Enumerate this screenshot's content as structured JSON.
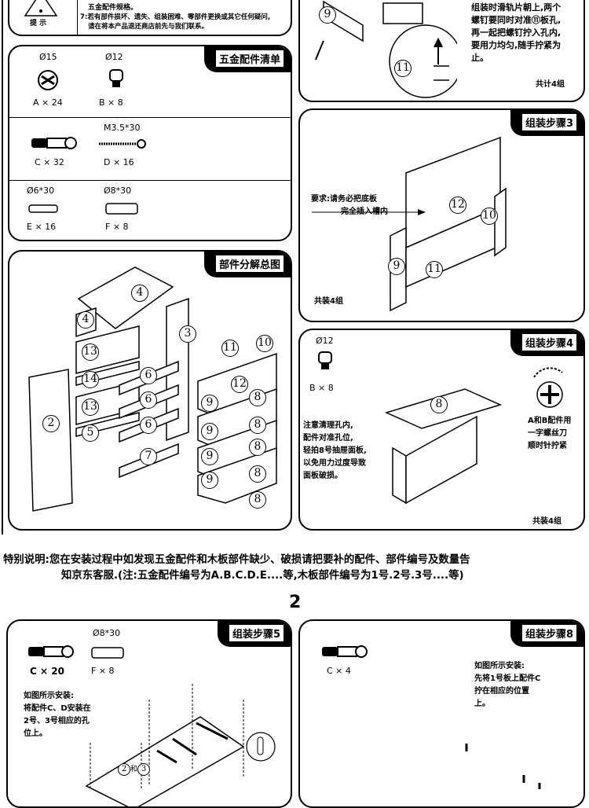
{
  "notice": {
    "label": "提 示",
    "line1": "五金配件规格。",
    "line2": "7:若有部件损坏、遗失、组装困难、零部件更换或其它任何疑问,",
    "line3": "请在将本产品退还商店前先与我们联系。"
  },
  "hardware": {
    "title": "五金配件清单",
    "items": [
      {
        "spec": "Ø15",
        "qty": "A × 24"
      },
      {
        "spec": "Ø12",
        "qty": "B × 8"
      },
      {
        "spec": "",
        "qty": "C × 32"
      },
      {
        "spec": "M3.5*30",
        "qty": "D × 16"
      },
      {
        "spec": "Ø6*30",
        "qty": "E × 16"
      },
      {
        "spec": "Ø8*30",
        "qty": "F × 8"
      }
    ]
  },
  "exploded": {
    "title": "部件分解总图",
    "parts": [
      "4",
      "4",
      "3",
      "13",
      "11",
      "10",
      "14",
      "6",
      "12",
      "8",
      "13",
      "6",
      "9",
      "8",
      "2",
      "5",
      "6",
      "9",
      "8",
      "7",
      "9",
      "8",
      "9",
      "8"
    ]
  },
  "step_top": {
    "line1": "组装时滑轨片朝上,两个",
    "line2": "螺钉要同时对准⑪板孔,",
    "line3": "再一起把螺钉拧入孔内,",
    "line4": "要用力均匀,随手拧紧为",
    "line5": "止。",
    "total": "共计4组",
    "parts": [
      "9",
      "11"
    ]
  },
  "step3": {
    "title": "组装步骤3",
    "req1": "要求:请务必把底板",
    "req2": "完全插入槽内",
    "total": "共装4组",
    "parts": [
      "12",
      "10",
      "9",
      "11"
    ]
  },
  "step4": {
    "title": "组装步骤4",
    "spec": "Ø12",
    "qty": "B × 8",
    "note": [
      "注意清理孔内,",
      "配件对准孔位,",
      "轻拍8号抽屉面板,",
      "以免用力过度导致",
      "面板破损。"
    ],
    "tip": [
      "A和B配件用",
      "一字螺丝刀",
      "顺时针拧紧"
    ],
    "total": "共装4组",
    "parts": [
      "8"
    ]
  },
  "special": {
    "line1": "特别说明:您在安装过程中如发现五金配件和木板部件缺少、破损请把要补的配件、部件编号及数量告",
    "line2": "知京东客服.(注:五金配件编号为A.B.C.D.E....等,木板部件编号为1号.2号.3号....等)"
  },
  "page_number": "2",
  "step5": {
    "title": "组装步骤5",
    "spec": "Ø8*30",
    "qty_c": "C × 20",
    "qty_f": "F × 8",
    "note": [
      "如图所示安装:",
      "将配件C、D安装在",
      "2号、3号相应的孔",
      "位上。"
    ],
    "parts": [
      "2",
      "和",
      "3"
    ]
  },
  "step8": {
    "title": "组装步骤8",
    "qty": "C × 4",
    "note": [
      "如图所示安装:",
      "先将1号板上配件C",
      "拧在相应的位置",
      "上。"
    ]
  }
}
